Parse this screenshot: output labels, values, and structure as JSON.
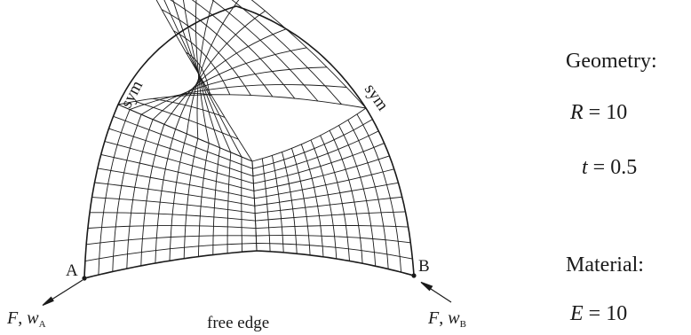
{
  "diagram": {
    "labels": {
      "point_a": "A",
      "point_b": "B",
      "sym_left": "sym",
      "sym_right": "sym",
      "free_edge": "free edge",
      "load_a": {
        "force": "F",
        "sep": ", ",
        "disp": "w",
        "sub": "A"
      },
      "load_b": {
        "force": "F",
        "sep": ", ",
        "disp": "w",
        "sub": "B"
      }
    },
    "mesh": {
      "elements_per_patch_edge": 12,
      "patches": 3
    }
  },
  "parameters": {
    "geometry_title": "Geometry:",
    "R": {
      "symbol": "R",
      "op": "=",
      "value": "10"
    },
    "t": {
      "symbol": "t",
      "op": "=",
      "value": "0.5"
    },
    "material_title": "Material:",
    "E": {
      "symbol": "E",
      "op": "=",
      "value": "10"
    }
  },
  "colors": {
    "line": "#1a1a1a",
    "background": "#ffffff"
  }
}
